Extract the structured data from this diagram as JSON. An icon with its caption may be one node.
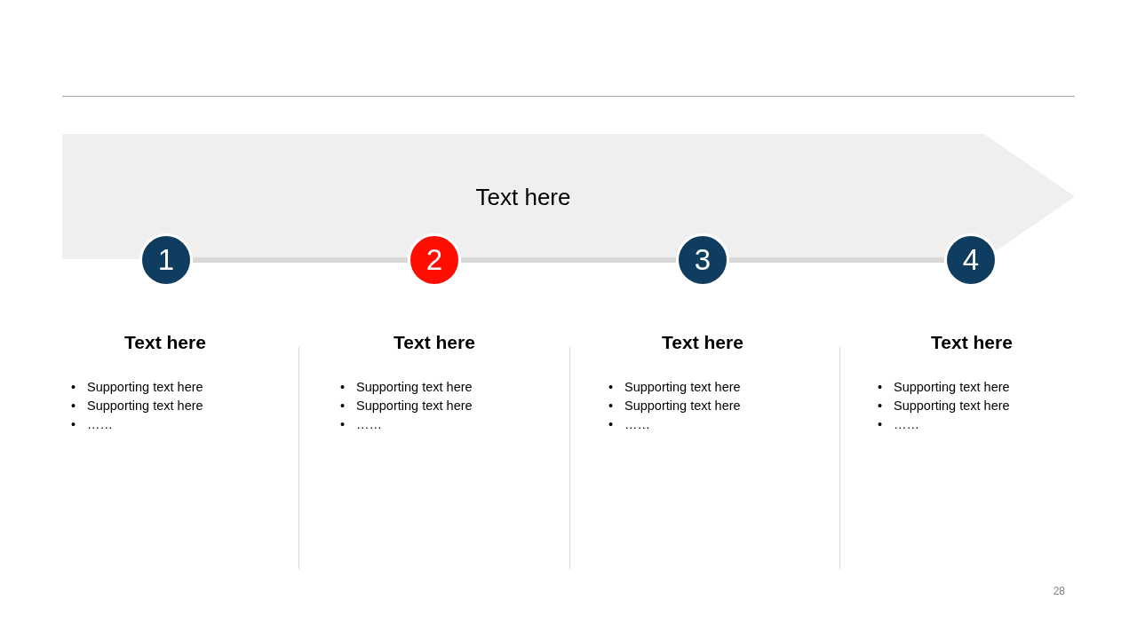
{
  "diagram": {
    "nodes": [
      {
        "text": [
          "Text here"
        ]
      },
      {
        "text": [
          "1"
        ]
      },
      {
        "text": [
          "2"
        ]
      },
      {
        "text": [
          "3"
        ]
      },
      {
        "text": [
          "4"
        ]
      }
    ],
    "edges": [
      {
        "from": 1,
        "to": 2,
        "arrow": "none"
      },
      {
        "from": 2,
        "to": 3,
        "arrow": "none"
      },
      {
        "from": 3,
        "to": 4,
        "arrow": "none"
      }
    ],
    "labels": [
      "Text here",
      "•",
      "Supporting text here",
      "•",
      "Supporting text here",
      "•",
      "……",
      "Text here",
      "•",
      "Supporting text here",
      "•",
      "Supporting text here",
      "•",
      "……",
      "Text here",
      "•",
      "Supporting text here",
      "•",
      "Supporting text here",
      "•",
      "……",
      "Text here",
      "•",
      "Supporting text here",
      "•",
      "Supporting text here",
      "•",
      "……",
      "28"
    ]
  }
}
